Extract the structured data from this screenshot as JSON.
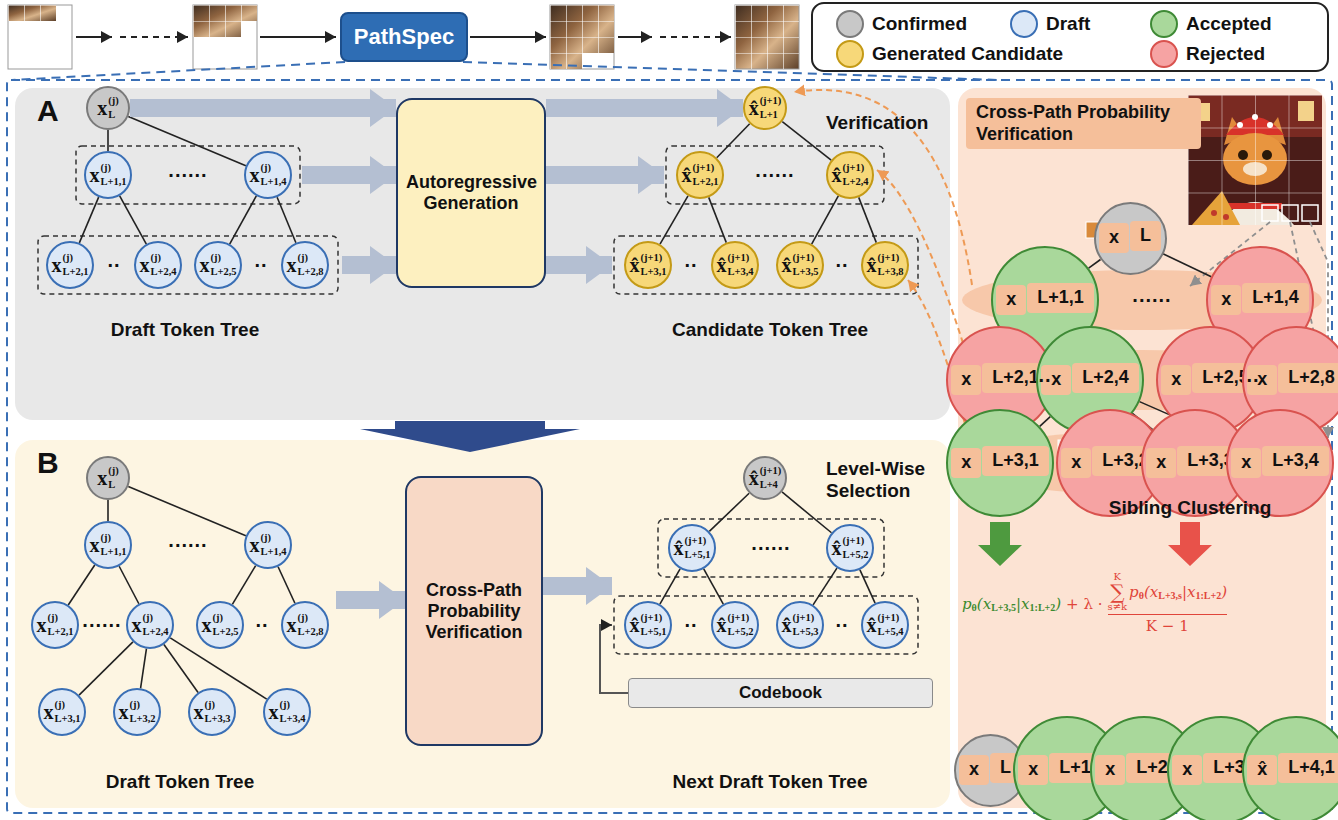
{
  "diagram": {
    "nodes": [
      {
        "text": [
          "PathSpec"
        ]
      },
      {
        "text": [
          "A"
        ]
      },
      {
        "text": [
          "x",
          "(j)",
          "L"
        ],
        "in": 1
      },
      {
        "text": [
          "x",
          "(j)",
          "L+1,1"
        ],
        "in": 1
      },
      {
        "text": [
          "x",
          "(j)",
          "L+1,4"
        ],
        "in": 1
      },
      {
        "text": [
          "x",
          "(j)",
          "L+2,1"
        ],
        "in": 1
      },
      {
        "text": [
          "x",
          "(j)",
          "L+2,4"
        ],
        "in": 1
      },
      {
        "text": [
          "x",
          "(j)",
          "L+2,5"
        ],
        "in": 1
      },
      {
        "text": [
          "x",
          "(j)",
          "L+2,8"
        ],
        "in": 1
      },
      {
        "text": [
          "Autoregressive Generation"
        ],
        "in": 1
      },
      {
        "text": [
          "x̂",
          "(j+1)",
          "L+1"
        ],
        "in": 1
      },
      {
        "text": [
          "x̂",
          "(j+1)",
          "L+2,1"
        ],
        "in": 1
      },
      {
        "text": [
          "x̂",
          "(j+1)",
          "L+2,4"
        ],
        "in": 1
      },
      {
        "text": [
          "x̂",
          "(j+1)",
          "L+3,1"
        ],
        "in": 1
      },
      {
        "text": [
          "x̂",
          "(j+1)",
          "L+3,4"
        ],
        "in": 1
      },
      {
        "text": [
          "x̂",
          "(j+1)",
          "L+3,5"
        ],
        "in": 1
      },
      {
        "text": [
          "x̂",
          "(j+1)",
          "L+3,8"
        ],
        "in": 1
      },
      {
        "text": [
          "B"
        ]
      },
      {
        "text": [
          "x",
          "(j)",
          "L"
        ],
        "in": 17
      },
      {
        "text": [
          "x",
          "(j)",
          "L+1,1"
        ],
        "in": 17
      },
      {
        "text": [
          "x",
          "(j)",
          "L+1,4"
        ],
        "in": 17
      },
      {
        "text": [
          "x",
          "(j)",
          "L+2,1"
        ],
        "in": 17
      },
      {
        "text": [
          "x",
          "(j)",
          "L+2,4"
        ],
        "in": 17
      },
      {
        "text": [
          "x",
          "(j)",
          "L+2,5"
        ],
        "in": 17
      },
      {
        "text": [
          "x",
          "(j)",
          "L+2,8"
        ],
        "in": 17
      },
      {
        "text": [
          "x",
          "(j)",
          "L+3,1"
        ],
        "in": 17
      },
      {
        "text": [
          "x",
          "(j)",
          "L+3,2"
        ],
        "in": 17
      },
      {
        "text": [
          "x",
          "(j)",
          "L+3,3"
        ],
        "in": 17
      },
      {
        "text": [
          "x",
          "(j)",
          "L+3,4"
        ],
        "in": 17
      },
      {
        "text": [
          "Cross-Path Probability Verification"
        ],
        "in": 17
      },
      {
        "text": [
          "x̂",
          "(j+1)",
          "L+4"
        ],
        "in": 17
      },
      {
        "text": [
          "x̂",
          "(j+1)",
          "L+5,1"
        ],
        "in": 17
      },
      {
        "text": [
          "x̂",
          "(j+1)",
          "L+5,2"
        ],
        "in": 17
      },
      {
        "text": [
          "x̂",
          "(j+1)",
          "L+5,1"
        ],
        "in": 17
      },
      {
        "text": [
          "x̂",
          "(j+1)",
          "L+5,2"
        ],
        "in": 17
      },
      {
        "text": [
          "x̂",
          "(j+1)",
          "L+5,3"
        ],
        "in": 17
      },
      {
        "text": [
          "x̂",
          "(j+1)",
          "L+5,4"
        ],
        "in": 17
      },
      {
        "text": [
          "Codebook"
        ],
        "in": 17
      },
      {
        "text": [
          "Cross-Path Probability Verification"
        ]
      },
      {
        "text": [
          "x",
          "L"
        ],
        "in": 38
      },
      {
        "text": [
          "x",
          "L+1,1"
        ],
        "in": 38
      },
      {
        "text": [
          "x",
          "L+1,4"
        ],
        "in": 38
      },
      {
        "text": [
          "x",
          "L+2,1"
        ],
        "in": 38
      },
      {
        "text": [
          "x",
          "L+2,4"
        ],
        "in": 38
      },
      {
        "text": [
          "x",
          "L+2,5"
        ],
        "in": 38
      },
      {
        "text": [
          "x",
          "L+2,8"
        ],
        "in": 38
      },
      {
        "text": [
          "x",
          "L+3,1"
        ],
        "in": 38
      },
      {
        "text": [
          "x",
          "L+3,2"
        ],
        "in": 38
      },
      {
        "text": [
          "x",
          "L+3,3"
        ],
        "in": 38
      },
      {
        "text": [
          "x",
          "L+3,4"
        ],
        "in": 38
      },
      {
        "text": [
          "x",
          "L"
        ],
        "in": 38
      },
      {
        "text": [
          "x",
          "L+1,1"
        ],
        "in": 38
      },
      {
        "text": [
          "x",
          "L+2,4"
        ],
        "in": 38
      },
      {
        "text": [
          "x",
          "L+3,1"
        ],
        "in": 38
      },
      {
        "text": [
          "x̂",
          "L+4,1"
        ],
        "in": 38
      }
    ],
    "edges": [
      {
        "from": 2,
        "to": 3,
        "arrow": "none"
      },
      {
        "from": 2,
        "to": 4,
        "arrow": "none"
      },
      {
        "from": 3,
        "to": 5,
        "arrow": "none"
      },
      {
        "from": 3,
        "to": 6,
        "arrow": "none"
      },
      {
        "from": 4,
        "to": 7,
        "arrow": "none"
      },
      {
        "from": 4,
        "to": 8,
        "arrow": "none"
      },
      {
        "from": 2,
        "to": 9,
        "arrow": "to"
      },
      {
        "from": 9,
        "to": 10,
        "arrow": "to"
      },
      {
        "from": 10,
        "to": 11,
        "arrow": "none"
      },
      {
        "from": 10,
        "to": 12,
        "arrow": "none"
      },
      {
        "from": 11,
        "to": 13,
        "arrow": "none"
      },
      {
        "from": 11,
        "to": 14,
        "arrow": "none"
      },
      {
        "from": 12,
        "to": 15,
        "arrow": "none"
      },
      {
        "from": 12,
        "to": 16,
        "arrow": "none"
      },
      {
        "from": 18,
        "to": 19,
        "arrow": "none"
      },
      {
        "from": 18,
        "to": 20,
        "arrow": "none"
      },
      {
        "from": 19,
        "to": 21,
        "arrow": "none"
      },
      {
        "from": 19,
        "to": 22,
        "arrow": "none"
      },
      {
        "from": 20,
        "to": 23,
        "arrow": "none"
      },
      {
        "from": 20,
        "to": 24,
        "arrow": "none"
      },
      {
        "from": 22,
        "to": 25,
        "arrow": "none"
      },
      {
        "from": 22,
        "to": 26,
        "arrow": "none"
      },
      {
        "from": 22,
        "to": 27,
        "arrow": "none"
      },
      {
        "from": 22,
        "to": 28,
        "arrow": "none"
      },
      {
        "from": 30,
        "to": 31,
        "arrow": "none"
      },
      {
        "from": 30,
        "to": 32,
        "arrow": "none"
      },
      {
        "from": 31,
        "to": 33,
        "arrow": "none"
      },
      {
        "from": 31,
        "to": 34,
        "arrow": "none"
      },
      {
        "from": 32,
        "to": 35,
        "arrow": "none"
      },
      {
        "from": 32,
        "to": 36,
        "arrow": "none"
      },
      {
        "from": 39,
        "to": 40,
        "arrow": "none"
      },
      {
        "from": 39,
        "to": 41,
        "arrow": "none"
      },
      {
        "from": 40,
        "to": 42,
        "arrow": "none"
      },
      {
        "from": 40,
        "to": 43,
        "arrow": "none"
      },
      {
        "from": 41,
        "to": 44,
        "arrow": "none"
      },
      {
        "from": 41,
        "to": 45,
        "arrow": "none"
      },
      {
        "from": 43,
        "to": 46,
        "arrow": "none"
      },
      {
        "from": 43,
        "to": 47,
        "arrow": "none"
      },
      {
        "from": 43,
        "to": 48,
        "arrow": "none"
      },
      {
        "from": 43,
        "to": 49,
        "arrow": "none"
      },
      {
        "from": 50,
        "to": 51,
        "arrow": "to"
      },
      {
        "from": 51,
        "to": 52,
        "arrow": "to"
      },
      {
        "from": 52,
        "to": 53,
        "arrow": "to"
      },
      {
        "from": 53,
        "to": 54,
        "arrow": "to"
      }
    ],
    "labels": [
      "Draft Token Tree",
      "Candidate Token Tree",
      "Verification",
      "Draft Token Tree",
      "Next Draft Token Tree",
      "Level-Wise Selection",
      "Sibling Clustering",
      "......",
      "..",
      "..",
      "......",
      "..",
      "..",
      "......",
      "......",
      "..",
      "......",
      "..",
      "..",
      "......",
      "..",
      "..",
      "p",
      "θ",
      "(x",
      "L+3,5",
      "|x",
      "1:L+2",
      ")",
      "+ λ ·",
      "∑",
      "K",
      "s≠k",
      "p",
      "θ",
      "(x",
      "L+3,s",
      "|x",
      "1:L+2",
      ")",
      "K − 1"
    ],
    "legend": [
      {
        "text": "Confirmed",
        "color": "#c8c8c8"
      },
      {
        "text": "Draft",
        "color": "#dce8f7"
      },
      {
        "text": "Accepted",
        "color": "#a9d89b"
      },
      {
        "text": "Generated Candidate",
        "color": "#f7d879"
      },
      {
        "text": "Rejected",
        "color": "#f6a3a3"
      }
    ]
  }
}
